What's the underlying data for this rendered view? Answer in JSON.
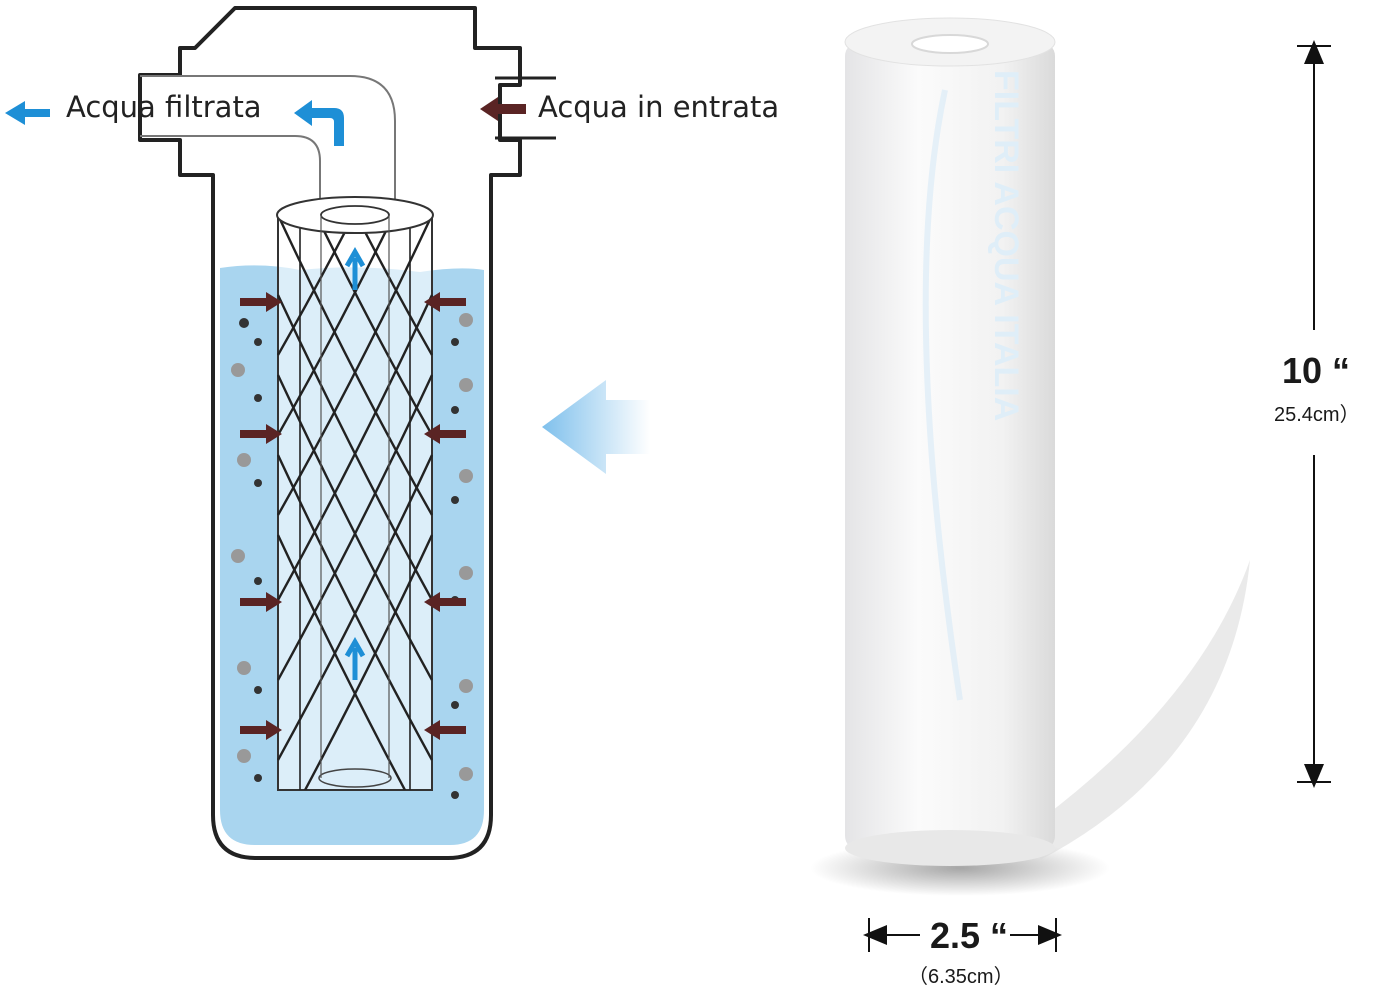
{
  "diagram": {
    "left_label": "Acqua filtrata",
    "right_label": "Acqua in entrata",
    "watermark": "FILTRI ACQUA ITALIA"
  },
  "dimensions": {
    "height_main": "10 “",
    "height_sub": "25.4cm）",
    "width_main": "2.5 “",
    "width_sub": "（6.35cm）"
  },
  "colors": {
    "water": "#a9d5ef",
    "arrow_blue": "#1e8fd6",
    "arrow_brown": "#5a2424",
    "outline": "#222222"
  }
}
